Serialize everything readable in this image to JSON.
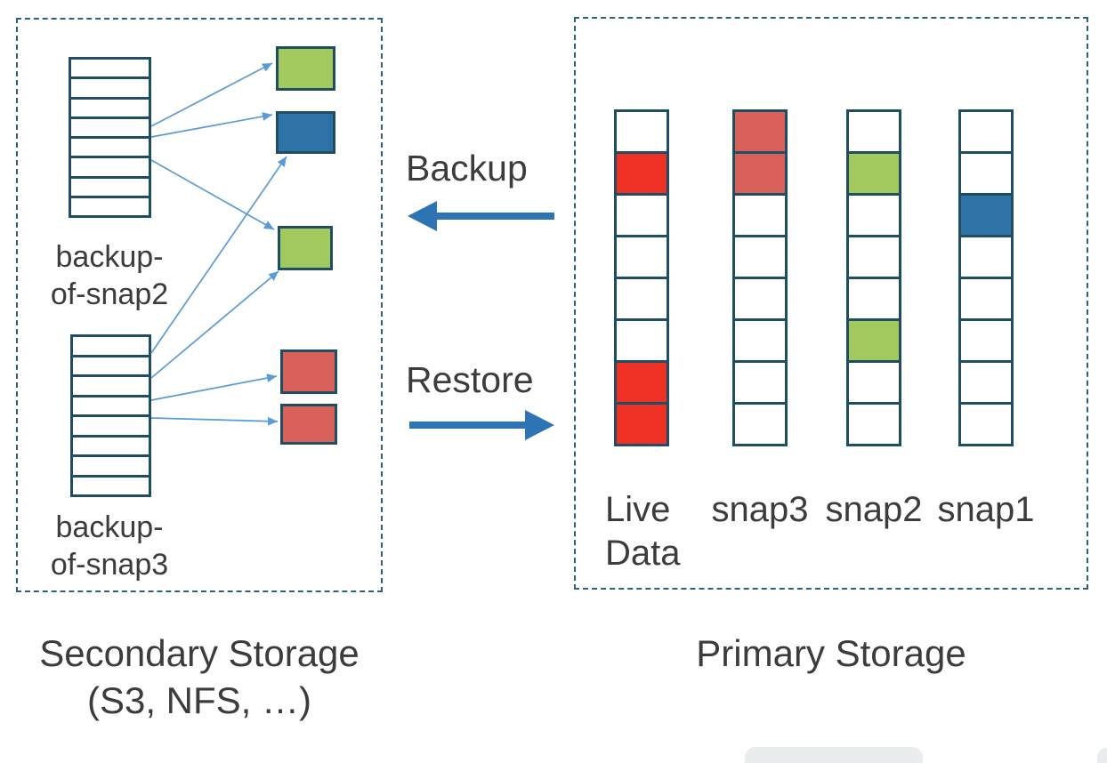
{
  "colors": {
    "border": "#1F4E63",
    "dash": "#2A617F",
    "connector": "#5B9BD5",
    "arrow": "#2E74B5",
    "text": "#3C3C3C",
    "red": "#EE3124",
    "salmon": "#D9615C",
    "green": "#A2C95E",
    "blue": "#2E73A6",
    "gray": "#E9EDEE",
    "white": "#FFFFFF"
  },
  "secondary_storage": {
    "title_lines": [
      "Secondary Storage",
      "(S3, NFS, …)"
    ],
    "backups": [
      {
        "label_lines": [
          "backup-",
          "of-snap2"
        ],
        "rows": 8
      },
      {
        "label_lines": [
          "backup-",
          "of-snap3"
        ],
        "rows": 8
      }
    ],
    "backup_blocks": [
      "green",
      "blue",
      "green",
      "salmon",
      "salmon"
    ]
  },
  "actions": {
    "backup": "Backup",
    "restore": "Restore"
  },
  "primary_storage": {
    "title": "Primary Storage",
    "columns": [
      {
        "label_lines": [
          "Live",
          "Data"
        ],
        "cells": [
          "white",
          "red",
          "white",
          "white",
          "white",
          "white",
          "red",
          "red"
        ]
      },
      {
        "label_lines": [
          "snap3"
        ],
        "cells": [
          "salmon",
          "salmon",
          "white",
          "white",
          "white",
          "white",
          "white",
          "white"
        ]
      },
      {
        "label_lines": [
          "snap2"
        ],
        "cells": [
          "white",
          "green",
          "white",
          "white",
          "white",
          "green",
          "white",
          "white"
        ]
      },
      {
        "label_lines": [
          "snap1"
        ],
        "cells": [
          "white",
          "white",
          "blue",
          "white",
          "white",
          "white",
          "white",
          "white"
        ]
      }
    ]
  }
}
